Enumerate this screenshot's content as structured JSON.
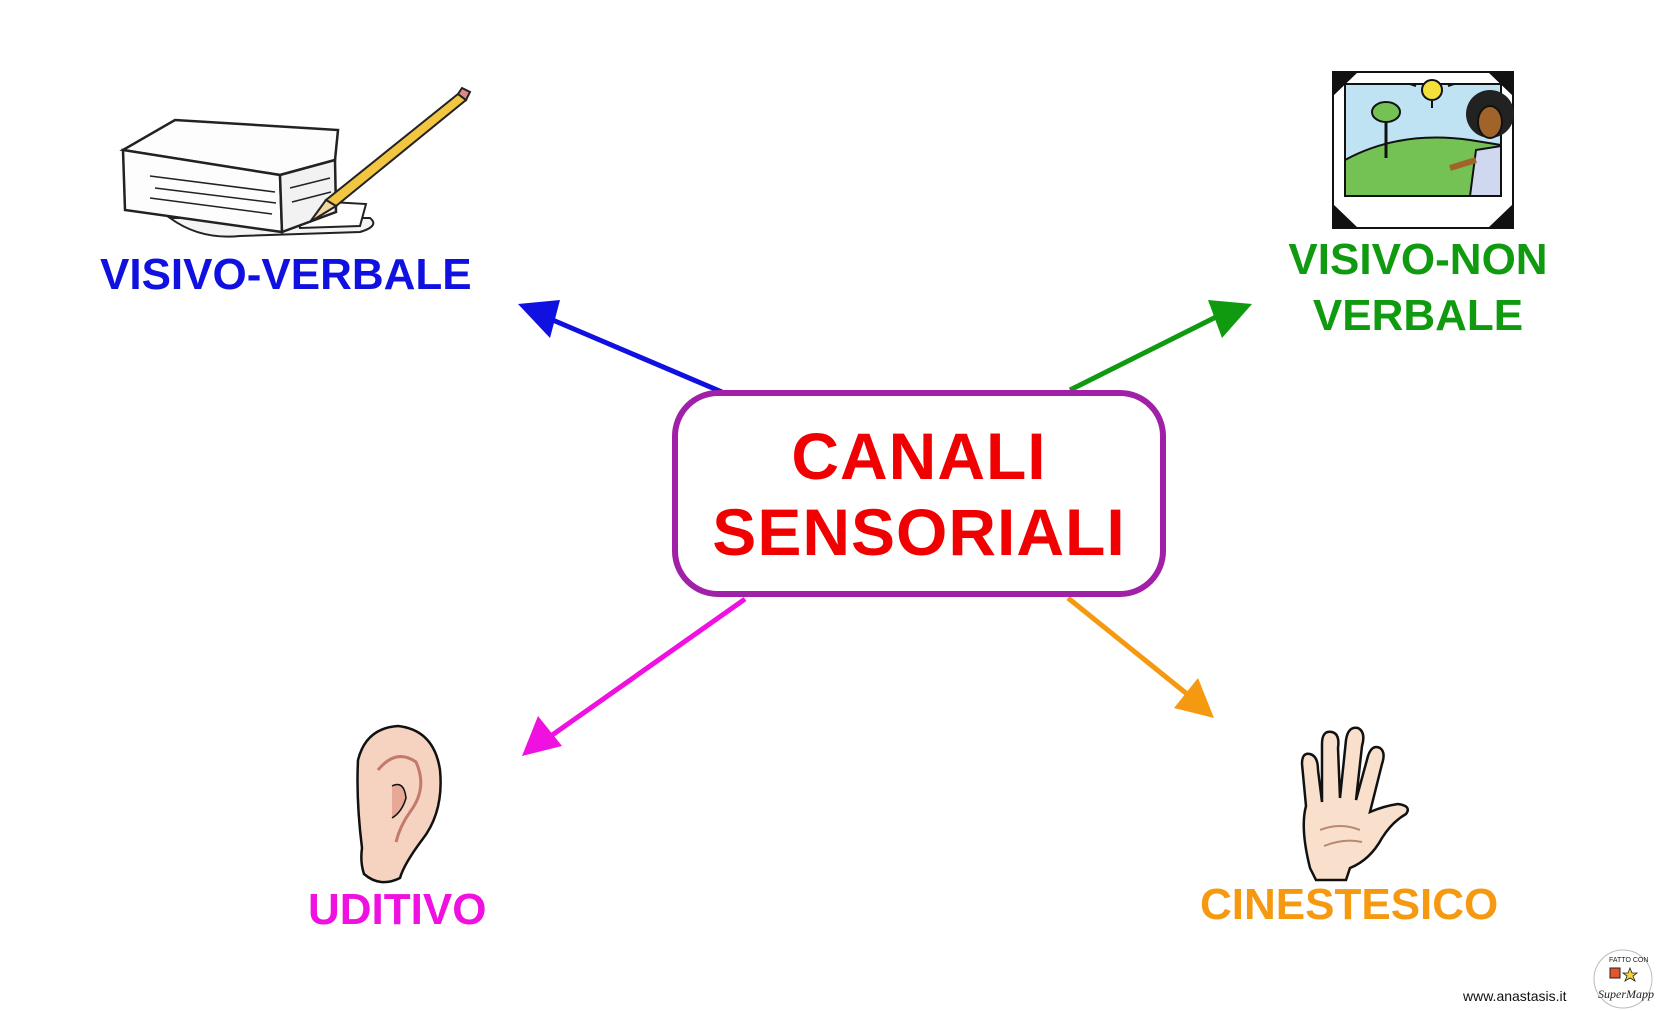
{
  "central": {
    "line1": "CANALI",
    "line2": "SENSORIALI"
  },
  "nodes": {
    "visivo_verbale": {
      "label": "VISIVO-VERBALE",
      "color": "#1010e0",
      "icon": "paper-stack-pencil-icon"
    },
    "visivo_non_verbale": {
      "line1": "VISIVO-NON",
      "line2": "VERBALE",
      "color": "#109a10",
      "icon": "picture-frame-icon"
    },
    "uditivo": {
      "label": "UDITIVO",
      "color": "#f010e0",
      "icon": "ear-icon"
    },
    "cinestesico": {
      "label": "CINESTESICO",
      "color": "#f59a10",
      "icon": "hand-icon"
    }
  },
  "footer": {
    "website": "www.anastasis.it",
    "logo_top": "FATTO CON",
    "logo_bottom": "SuperMappe"
  },
  "colors": {
    "central_text": "#f00000",
    "central_border": "#a020a8"
  }
}
